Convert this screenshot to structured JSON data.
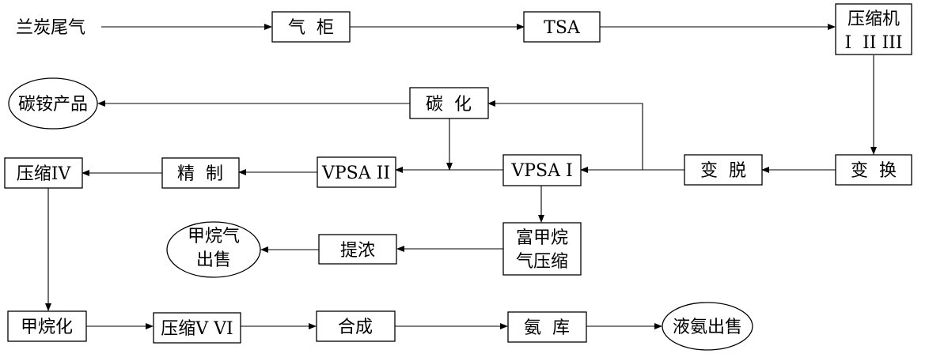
{
  "nodes": {
    "source": {
      "label": "兰炭尾气"
    },
    "gas_holder": {
      "label": "气  柜"
    },
    "tsa": {
      "label": "TSA"
    },
    "compressor_123": {
      "lines": [
        "压缩机",
        "I  II III"
      ]
    },
    "carbonization": {
      "label": "碳  化"
    },
    "ammonium_bicarbonate": {
      "label": "碳铵产品"
    },
    "shift": {
      "label": "变  换"
    },
    "desulfurization": {
      "label": "变  脱"
    },
    "vpsa1": {
      "label": "VPSA I"
    },
    "vpsa2": {
      "label": "VPSA II"
    },
    "refining": {
      "label": "精  制"
    },
    "compressor_4": {
      "label": "压缩IV"
    },
    "methane_compress": {
      "lines": [
        "富甲烷",
        "气压缩"
      ]
    },
    "concentration": {
      "label": "提浓"
    },
    "methane_sale": {
      "lines": [
        "甲烷气",
        "出售"
      ]
    },
    "methanation": {
      "label": "甲烷化"
    },
    "compressor_56": {
      "label": "压缩V VI"
    },
    "synthesis": {
      "label": "合成"
    },
    "ammonia_storage": {
      "label": "氨  库"
    },
    "liquid_ammonia_sale": {
      "label": "液氨出售"
    }
  }
}
